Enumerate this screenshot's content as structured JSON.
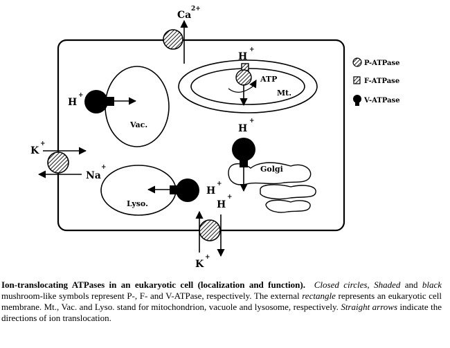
{
  "diagram": {
    "ca_label": "Ca",
    "ca_charge": "2+",
    "h_mt_label": "H",
    "h_mt_charge": "+",
    "atp_label": "ATP",
    "mt_label": "Mt.",
    "h_vac_label": "H",
    "h_vac_charge": "+",
    "vac_label": "Vac.",
    "h_golgi_label": "H",
    "h_golgi_charge": "+",
    "golgi_label": "Golgi",
    "k_left_label": "K",
    "k_left_charge": "+",
    "na_label": "Na",
    "na_charge": "+",
    "lyso_label": "Lyso.",
    "h_lyso_label": "H",
    "h_lyso_charge": "+",
    "h_bottom_label": "H",
    "h_bottom_charge": "+",
    "k_bottom_label": "K",
    "k_bottom_charge": "+"
  },
  "legend": {
    "p_atpase": "P-ATPase",
    "f_atpase": "F-ATPase",
    "v_atpase": "V-ATPase"
  },
  "caption": {
    "title": "Ion-translocating ATPases in an eukaryotic cell (localization and function).",
    "s1_italic": "Closed circles",
    "s1_sep": ", ",
    "s1_italic2": "Shaded",
    "s1_mid": " and ",
    "s1_italic3": "black",
    "s1_rest": " mushroom-like symbols represent P-, F- and V-ATPase, respectively. The external ",
    "s2_italic": "rectangle",
    "s2_rest": " represents an eukaryotic cell membrane. Mt., Vac. and Lyso. stand for mitochondrion, vacuole and lysosome, respectively. ",
    "s3_italic": "Straight arrows",
    "s3_rest": " indicate the directions of ion translocation."
  }
}
